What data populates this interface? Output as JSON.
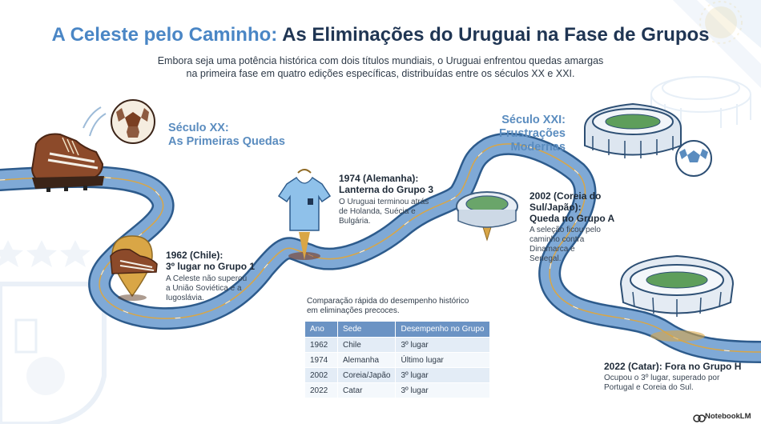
{
  "title": {
    "part1": "A Celeste pelo Caminho:",
    "part2": "As Eliminações do Uruguai na Fase de Grupos"
  },
  "subtitle": {
    "line1": "Embora seja uma potência histórica com dois títulos mundiais, o Uruguai enfrentou quedas amargas",
    "line2": "na primeira fase em quatro edições específicas, distribuídas entre os séculos XX e XXI."
  },
  "sections": {
    "xx": {
      "line1": "Século XX:",
      "line2": "As Primeiras Quedas"
    },
    "xxi": {
      "line1": "Século XXI:",
      "line2": "Frustrações Modernas"
    }
  },
  "events": [
    {
      "title_lines": [
        "1962 (Chile):",
        "3º lugar no Grupo 1"
      ],
      "desc_lines": [
        "A Celeste não superou",
        "a União Soviética e a",
        "Iugoslávia."
      ]
    },
    {
      "title_lines": [
        "1974 (Alemanha):",
        "Lanterna do Grupo 3"
      ],
      "desc_lines": [
        "O Uruguai terminou atrás",
        "de Holanda, Suécia e",
        "Bulgária."
      ]
    },
    {
      "title_lines": [
        "2002 (Coreia do",
        "Sul/Japão):",
        "Queda no Grupo A"
      ],
      "desc_lines": [
        "A seleção ficou pelo",
        "caminho contra",
        "Dinamarca e",
        "Senegal."
      ]
    },
    {
      "title_lines": [
        "2022 (Catar): Fora no Grupo H"
      ],
      "desc_lines": [
        "Ocupou o 3º lugar, superado por",
        "Portugal e Coreia do Sul."
      ]
    }
  ],
  "table": {
    "caption_lines": [
      "Comparação rápida do desempenho histórico",
      "em eliminações precoces."
    ],
    "headers": [
      "Ano",
      "Sede",
      "Desempenho no Grupo"
    ],
    "rows": [
      [
        "1962",
        "Chile",
        "3º lugar"
      ],
      [
        "1974",
        "Alemanha",
        "Último lugar"
      ],
      [
        "2002",
        "Coreia/Japão",
        "3º lugar"
      ],
      [
        "2022",
        "Catar",
        "3º lugar"
      ]
    ]
  },
  "brand": "NotebookLM",
  "colors": {
    "title_accent": "#4a86c5",
    "title_dark": "#1f3553",
    "section_heading": "#5a8cbf",
    "road_fill": "#7fa9d6",
    "road_edge": "#2d5b8c",
    "road_line": "#d9a646",
    "table_header": "#6b93c4",
    "table_row_alt": "#e3ecf6",
    "pin_gold": "#d9a646",
    "boot_brown": "#8c4a2a"
  },
  "icons": [
    "soccer-boot-icon",
    "soccer-ball-icon",
    "map-pin-boot-icon",
    "map-pin-jersey-icon",
    "map-pin-stadium-icon",
    "stadium-icon",
    "uruguay-crest-icon",
    "sun-of-may-icon",
    "notebooklm-logo-icon"
  ]
}
